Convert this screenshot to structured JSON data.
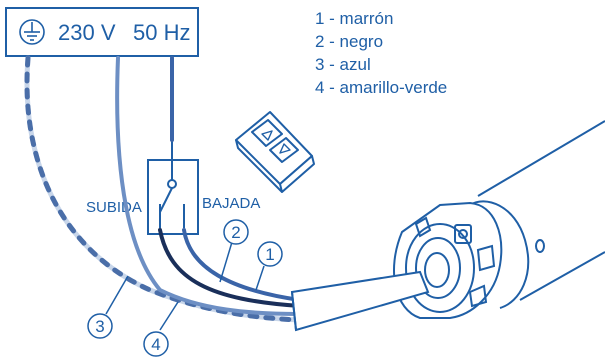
{
  "supply": {
    "voltage": "230 V",
    "frequency": "50 Hz",
    "icon": "ground-icon"
  },
  "legend": [
    {
      "number": "1",
      "text": "1 -  marrón"
    },
    {
      "number": "2",
      "text": "2 -  negro"
    },
    {
      "number": "3",
      "text": "3 -  azul"
    },
    {
      "number": "4",
      "text": "4 -  amarillo-verde"
    }
  ],
  "switch": {
    "up_label": "SUBIDA",
    "down_label": "BAJADA",
    "icon": "switch-icon"
  },
  "remote": {
    "icon": "two-button-switch-icon"
  },
  "motor": {
    "icon": "tubular-motor-icon"
  },
  "callouts": [
    "1",
    "2",
    "3",
    "4"
  ],
  "colors": {
    "line": "#1f5fa6",
    "wire_brown": "#3a64a8",
    "wire_black": "#1a2f5a",
    "wire_blue": "#6d8fc4",
    "wire_earth_dash": "#4a6ea8",
    "wire_earth_base": "#c8d6ea",
    "cable_fill": "#ffffff"
  }
}
